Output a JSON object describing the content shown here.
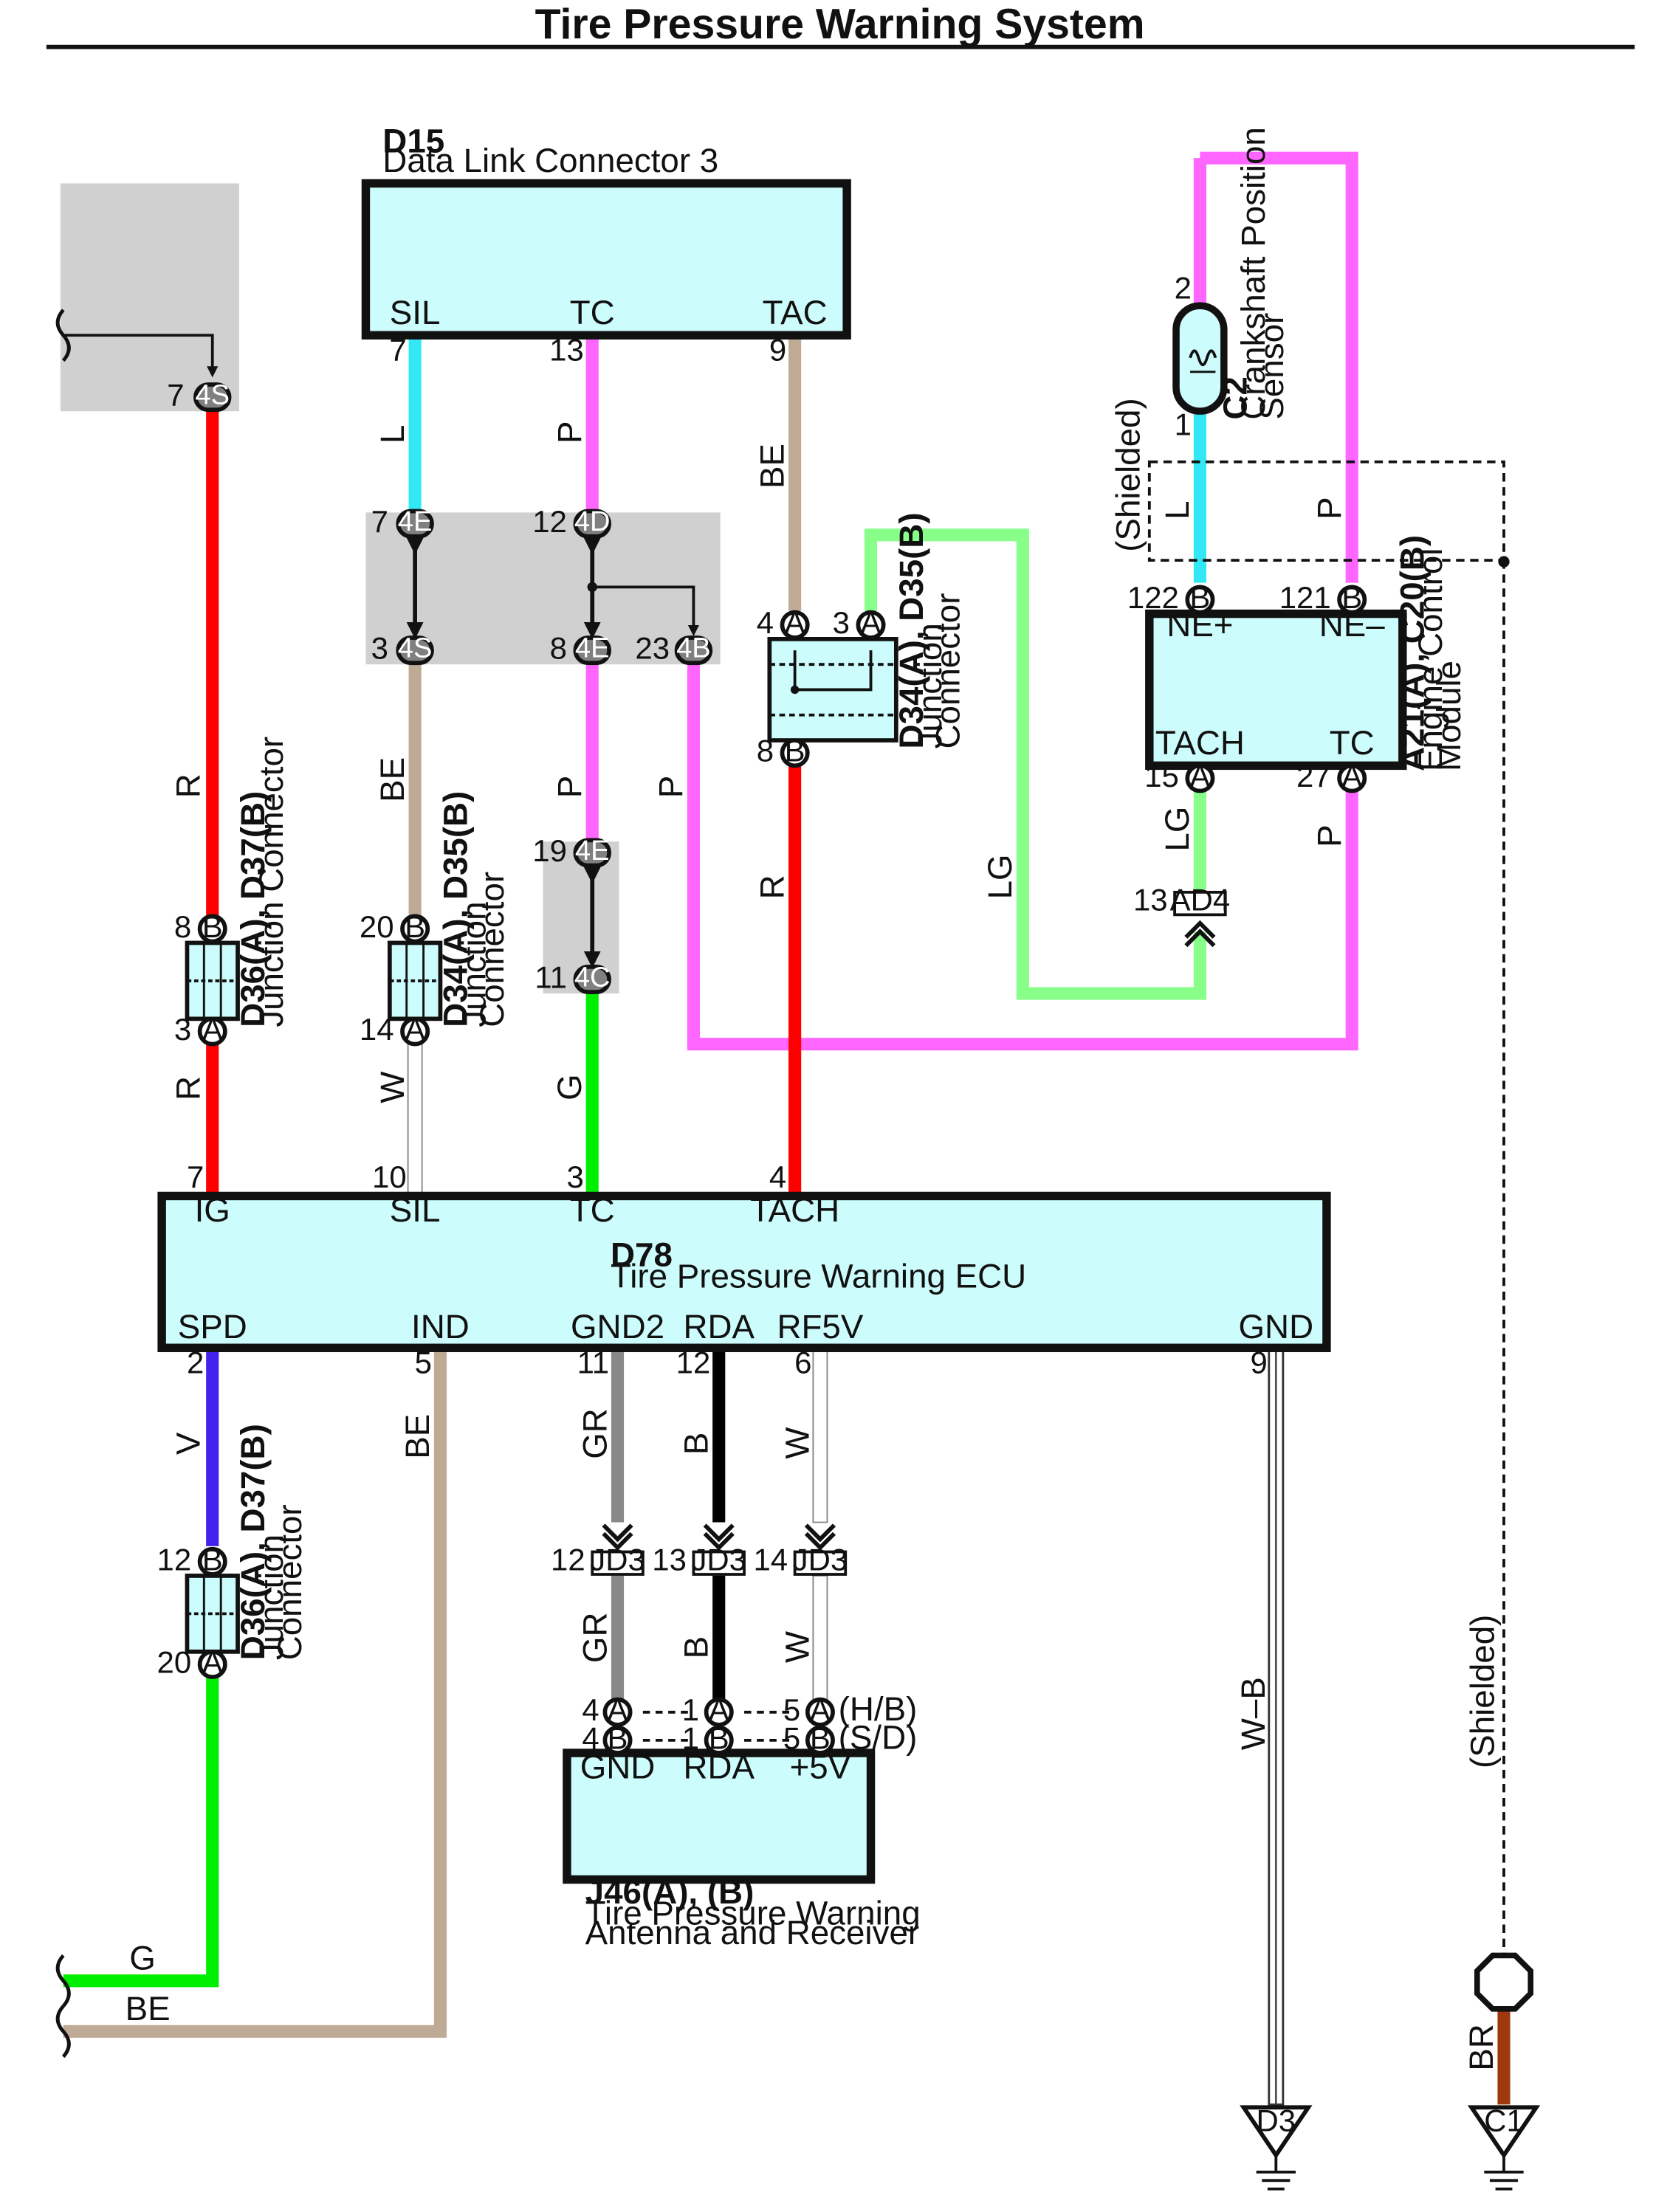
{
  "title": "Tire Pressure Warning System",
  "components": {
    "d15": {
      "id": "D15",
      "name": "Data Link Connector 3",
      "pins": [
        "SIL",
        "TC",
        "TAC"
      ]
    },
    "d78": {
      "id": "D78",
      "name": "Tire Pressure Warning ECU",
      "top_pins": [
        "IG",
        "SIL",
        "TC",
        "TACH"
      ],
      "bottom_pins": [
        "SPD",
        "IND",
        "GND2",
        "RDA",
        "RF5V",
        "GND"
      ]
    },
    "c2": {
      "id": "C2",
      "name1": "Crankshaft Position",
      "name2": "Sensor"
    },
    "ecm": {
      "id": "A21(A), C20(B)",
      "name1": "Engine Control",
      "name2": "Module",
      "pins": [
        "NE+",
        "NE–",
        "TACH",
        "TC"
      ]
    },
    "j46": {
      "id": "J46(A), (B)",
      "name1": "Tire Pressure Warning",
      "name2": "Antenna and Receiver",
      "pins": [
        "GND",
        "RDA",
        "+5V"
      ]
    },
    "jc_d36": {
      "id": "D36(A), D37(B)",
      "name": "Junction Connector",
      "name1": "Junction",
      "name2": "Connector"
    },
    "jc_d34": {
      "id": "D34(A), D35(B)",
      "name1": "Junction",
      "name2": "Connector"
    }
  },
  "connectors": [
    "4S",
    "4E",
    "4D",
    "4B",
    "4C",
    "AD4",
    "JD3",
    "D3",
    "C1"
  ],
  "shielded": "(Shielded)",
  "hb": "(H/B)",
  "sd": "(S/D)",
  "wire_codes": [
    "R",
    "L",
    "P",
    "BE",
    "W",
    "G",
    "LG",
    "V",
    "GR",
    "B",
    "W–B",
    "BR"
  ],
  "colors": {
    "R": "#ff0000",
    "L": "#33e8f5",
    "P": "#ff66ff",
    "BE": "#bfaa95",
    "W": "#ffffff",
    "G": "#00ee00",
    "LG": "#88ff88",
    "V": "#4422ee",
    "GR": "#888888",
    "B": "#000000",
    "BR": "#a0380e"
  }
}
